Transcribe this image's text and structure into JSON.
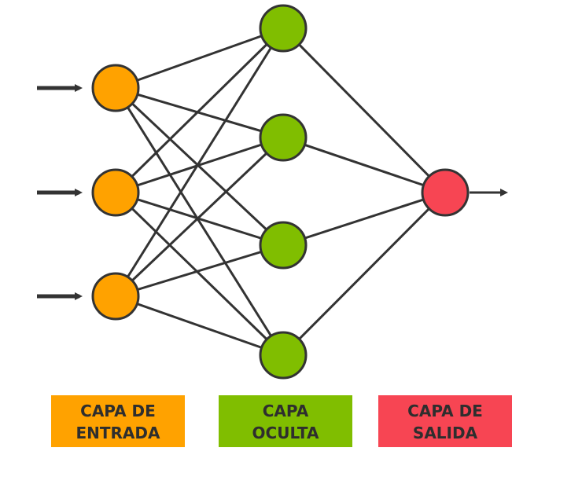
{
  "colors": {
    "input": "#FFA200",
    "hidden": "#80BE00",
    "output": "#F74553",
    "stroke": "#333333"
  },
  "layers": [
    {
      "id": "input",
      "label": "CAPA DE\nENTRADA",
      "color": "#FFA200",
      "node_count": 3
    },
    {
      "id": "hidden",
      "label": "CAPA\nOCULTA",
      "color": "#80BE00",
      "node_count": 4
    },
    {
      "id": "output",
      "label": "CAPA DE\nSALIDA",
      "color": "#F74553",
      "node_count": 1
    }
  ],
  "connections": "fully-connected",
  "input_arrows": 3,
  "output_arrows": 1
}
